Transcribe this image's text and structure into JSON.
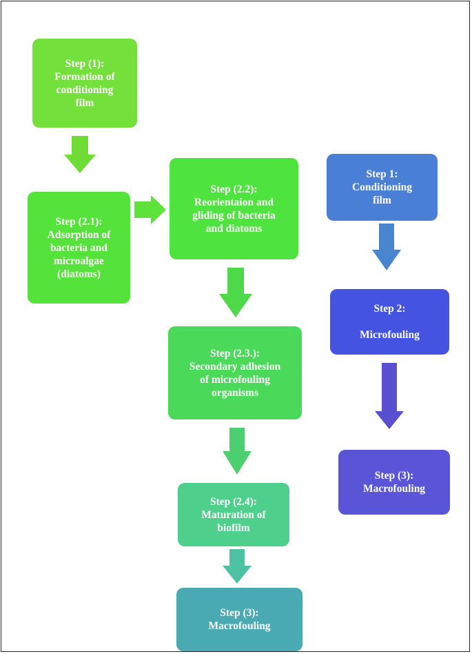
{
  "left_flow": {
    "step1": {
      "text": "Step (1):\nFormation of\nconditioning\nfilm"
    },
    "step2_1": {
      "text": "Step (2.1):\nAdsorption of\nbacteria and\nmicroalgae\n(diatoms)"
    },
    "step2_2": {
      "text": "Step (2.2):\nReorientaion and\ngliding of bacteria\nand diatoms"
    },
    "step2_3": {
      "text": "Step (2.3.):\nSecondary adhesion\nof microfouling\norganisms"
    },
    "step2_4": {
      "text": "Step (2.4):\nMaturation of\nbiofilm"
    },
    "step3": {
      "text": "Step (3):\nMacrofouling"
    }
  },
  "right_flow": {
    "step1": {
      "text": "Step 1:\nConditioning\nfilm"
    },
    "step2": {
      "text": "Step 2:\n\nMicrofouling"
    },
    "step3": {
      "text": "Step (3):\nMacrofouling"
    }
  },
  "colors": {
    "green_light": "#74e03c",
    "green_bright": "#4fe33f",
    "green_mid": "#4bd95a",
    "green_teal": "#4ecf8c",
    "teal": "#49a9b1",
    "blue": "#4a7fd6",
    "indigo": "#4454e0",
    "purple": "#5a55d6"
  }
}
